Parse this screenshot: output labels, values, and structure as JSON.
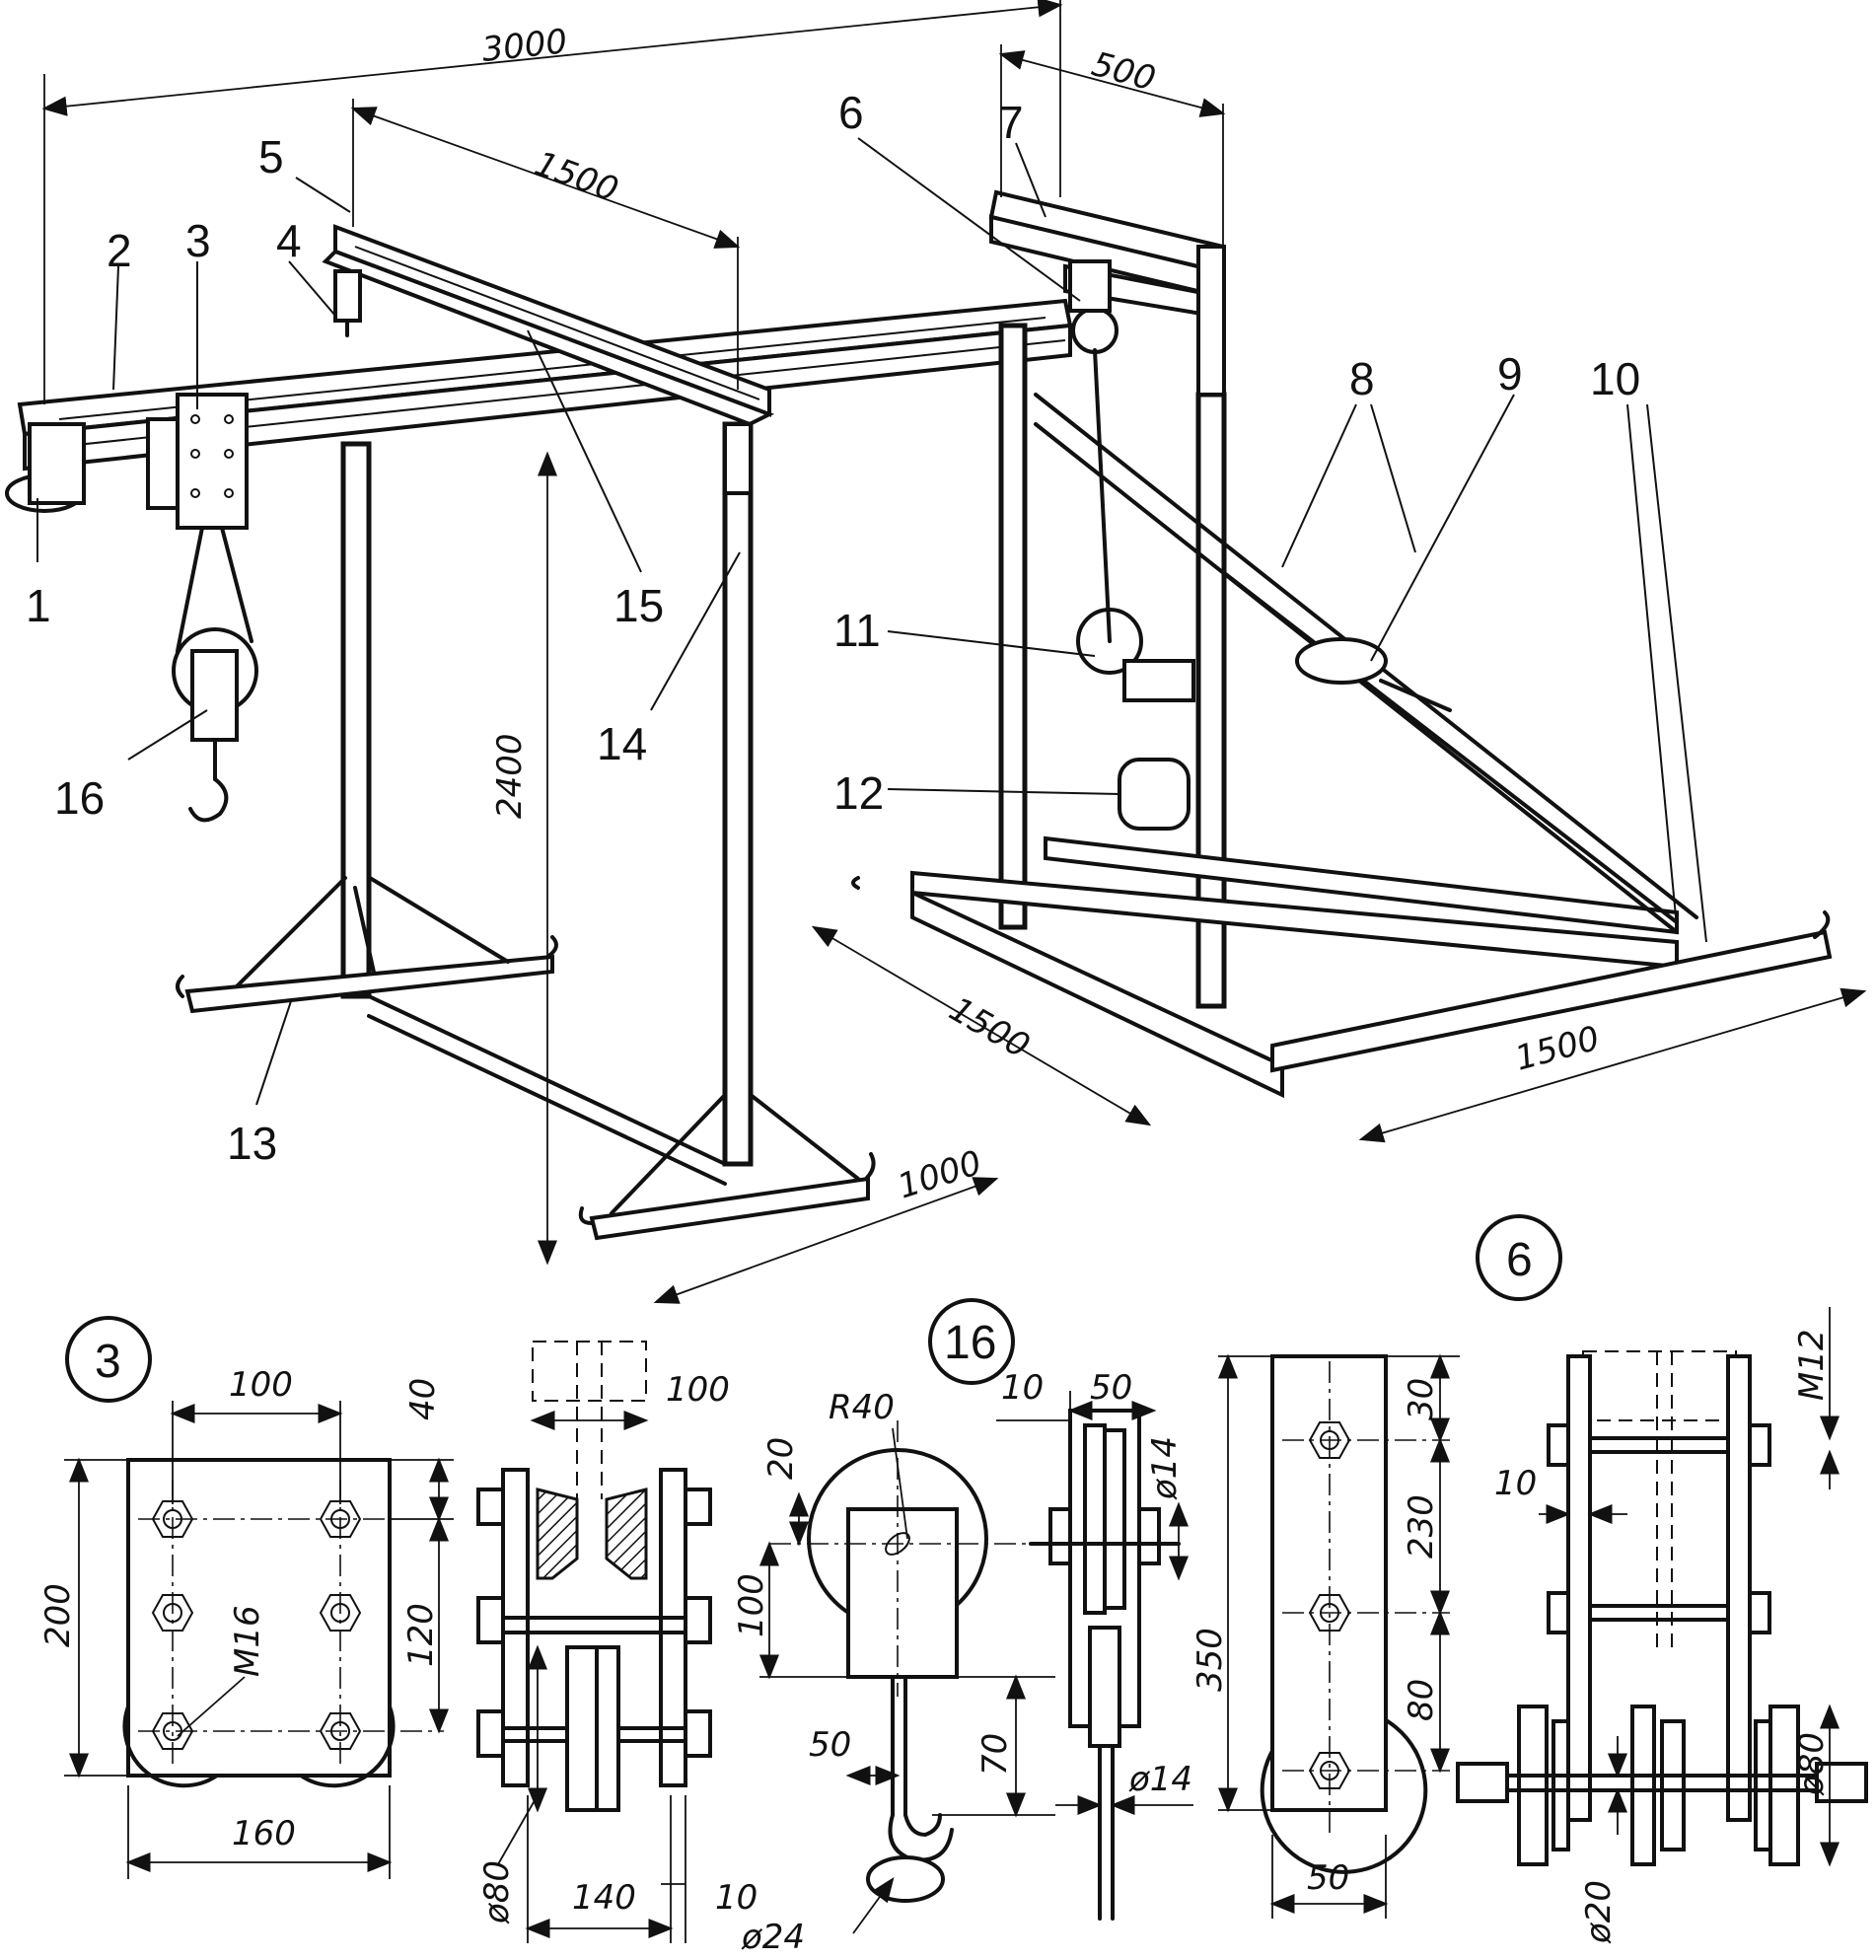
{
  "part_labels": [
    "1",
    "2",
    "3",
    "4",
    "5",
    "6",
    "7",
    "8",
    "9",
    "10",
    "11",
    "12",
    "13",
    "14",
    "15",
    "16"
  ],
  "main_dimensions": {
    "overall_length": "3000",
    "beam_length": "1500",
    "trolley_width": "500",
    "height": "2400",
    "base_depth": "1500",
    "base_width": "1500",
    "foot_length": "1000"
  },
  "detail_3": {
    "callout": "3",
    "dims": [
      "100",
      "40",
      "200",
      "120",
      "160",
      "M16",
      "100",
      "140",
      "10",
      "ø80"
    ]
  },
  "detail_16": {
    "callout": "16",
    "dims": [
      "R40",
      "20",
      "100",
      "50",
      "70",
      "ø24",
      "10",
      "50",
      "ø14",
      "ø14"
    ]
  },
  "detail_6": {
    "callout": "6",
    "dims": [
      "30",
      "230",
      "350",
      "80",
      "50",
      "M12",
      "10",
      "ø80",
      "ø20"
    ]
  }
}
